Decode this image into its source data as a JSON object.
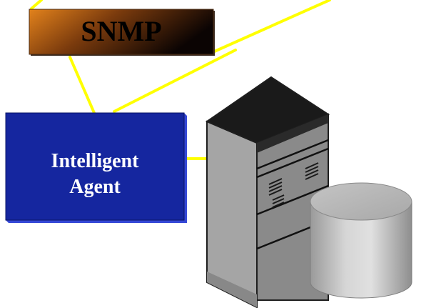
{
  "snmp_box": {
    "label": "SNMP",
    "gradient": [
      "#e2821c",
      "#0b0403"
    ]
  },
  "agent_box": {
    "line1": "Intelligent",
    "line2": "Agent",
    "fill": "#15269f",
    "shadow": "#3548d6"
  },
  "connector_color": "#ffff00",
  "server_icon": {
    "name": "server-tower-icon",
    "body": "#9b9b9b",
    "top": "#1a1a1a"
  },
  "database_icon": {
    "name": "database-cylinder-icon",
    "fill": "#b7b7b7"
  }
}
